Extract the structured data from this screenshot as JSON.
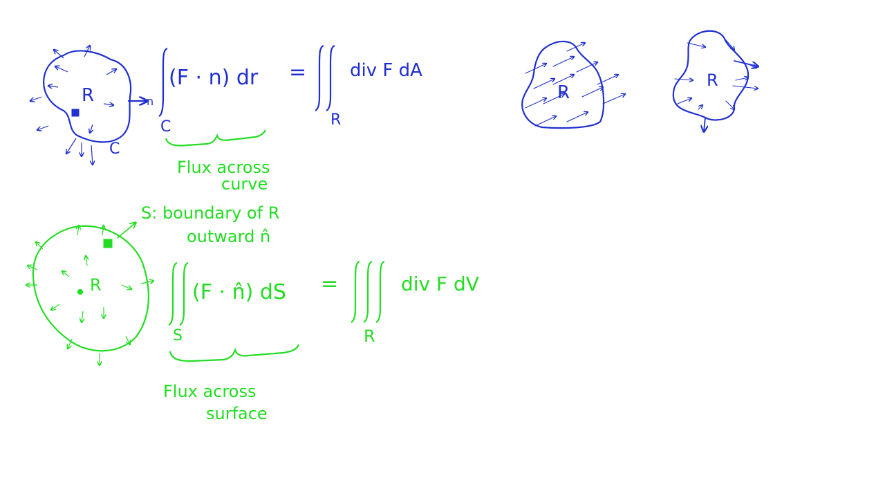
{
  "colors": {
    "blue": "#1f2fd0",
    "green": "#22dd22",
    "background": "#ffffff"
  },
  "blue_section": {
    "region_label": "R",
    "curve_label": "C",
    "normal_label": "n",
    "line_integral_lhs": "(F · n) dr",
    "line_integral_limit": "C",
    "equals": "=",
    "double_integral_rhs": "div F dA",
    "double_integral_limit": "R",
    "brace_note_line1": "Flux across",
    "brace_note_line2": "curve"
  },
  "green_section": {
    "surface_note_line1": "S: boundary of  R",
    "surface_note_line2": "outward n̂",
    "region_label": "R",
    "surface_integral_lhs": "(F · n̂) dS",
    "surface_integral_limit": "S",
    "equals": "=",
    "triple_integral_rhs": "div F  dV",
    "triple_integral_limit": "R",
    "brace_note_line1": "Flux across",
    "brace_note_line2": "surface"
  },
  "right_sketches": {
    "left_region_label": "R",
    "right_region_label": "R"
  }
}
